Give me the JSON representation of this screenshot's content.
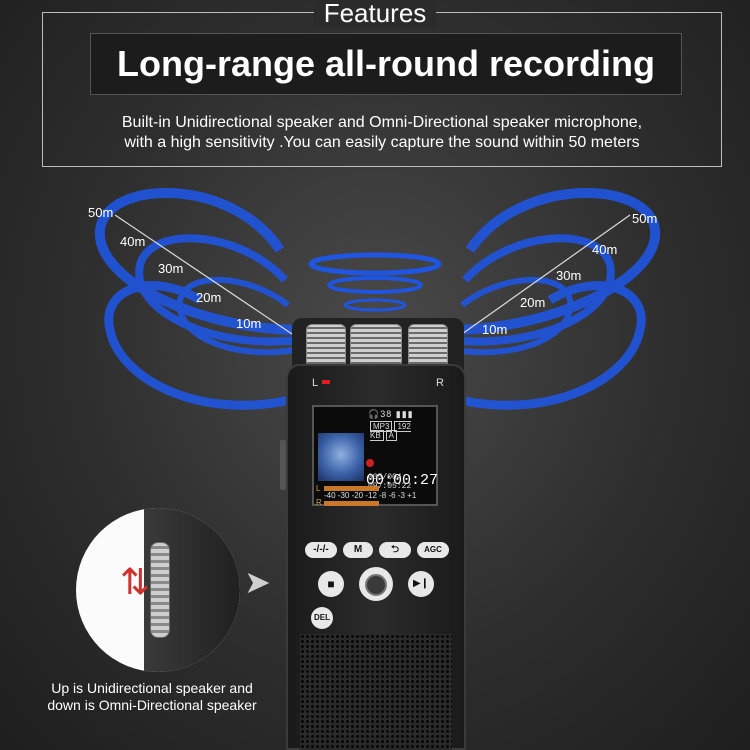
{
  "header": {
    "features_label": "Features",
    "headline": "Long-range all-round recording",
    "description_line1": "Built-in Unidirectional speaker and Omni-Directional speaker microphone,",
    "description_line2": "with a high sensitivity .You can easily capture the sound within 50 meters"
  },
  "distances_left": [
    "50m",
    "40m",
    "30m",
    "20m",
    "10m"
  ],
  "distances_right": [
    "50m",
    "40m",
    "30m",
    "20m",
    "10m"
  ],
  "device": {
    "left_label": "L",
    "right_label": "R",
    "screen": {
      "status": "38",
      "format": "MP3",
      "bitrate": "192 KB",
      "mode": "A",
      "time": "00:00:27",
      "counter": "005/004  097:05:22",
      "meter_left": "L",
      "meter_right": "R",
      "meter_scale": "-40 -30 -20 -12 -8 -6 -3 +1"
    },
    "buttons": {
      "menu_toggle": "-/-/-",
      "m": "M",
      "repeat": "⮌",
      "agc": "AGC",
      "stop": "■",
      "play_pause": "▶❙",
      "del": "DEL"
    }
  },
  "caption_line1": "Up is  Unidirectional speaker and",
  "caption_line2": "down is  Omni-Directional speaker",
  "colors": {
    "wave": "#1a4fd6",
    "accent_red": "#d0302a"
  }
}
